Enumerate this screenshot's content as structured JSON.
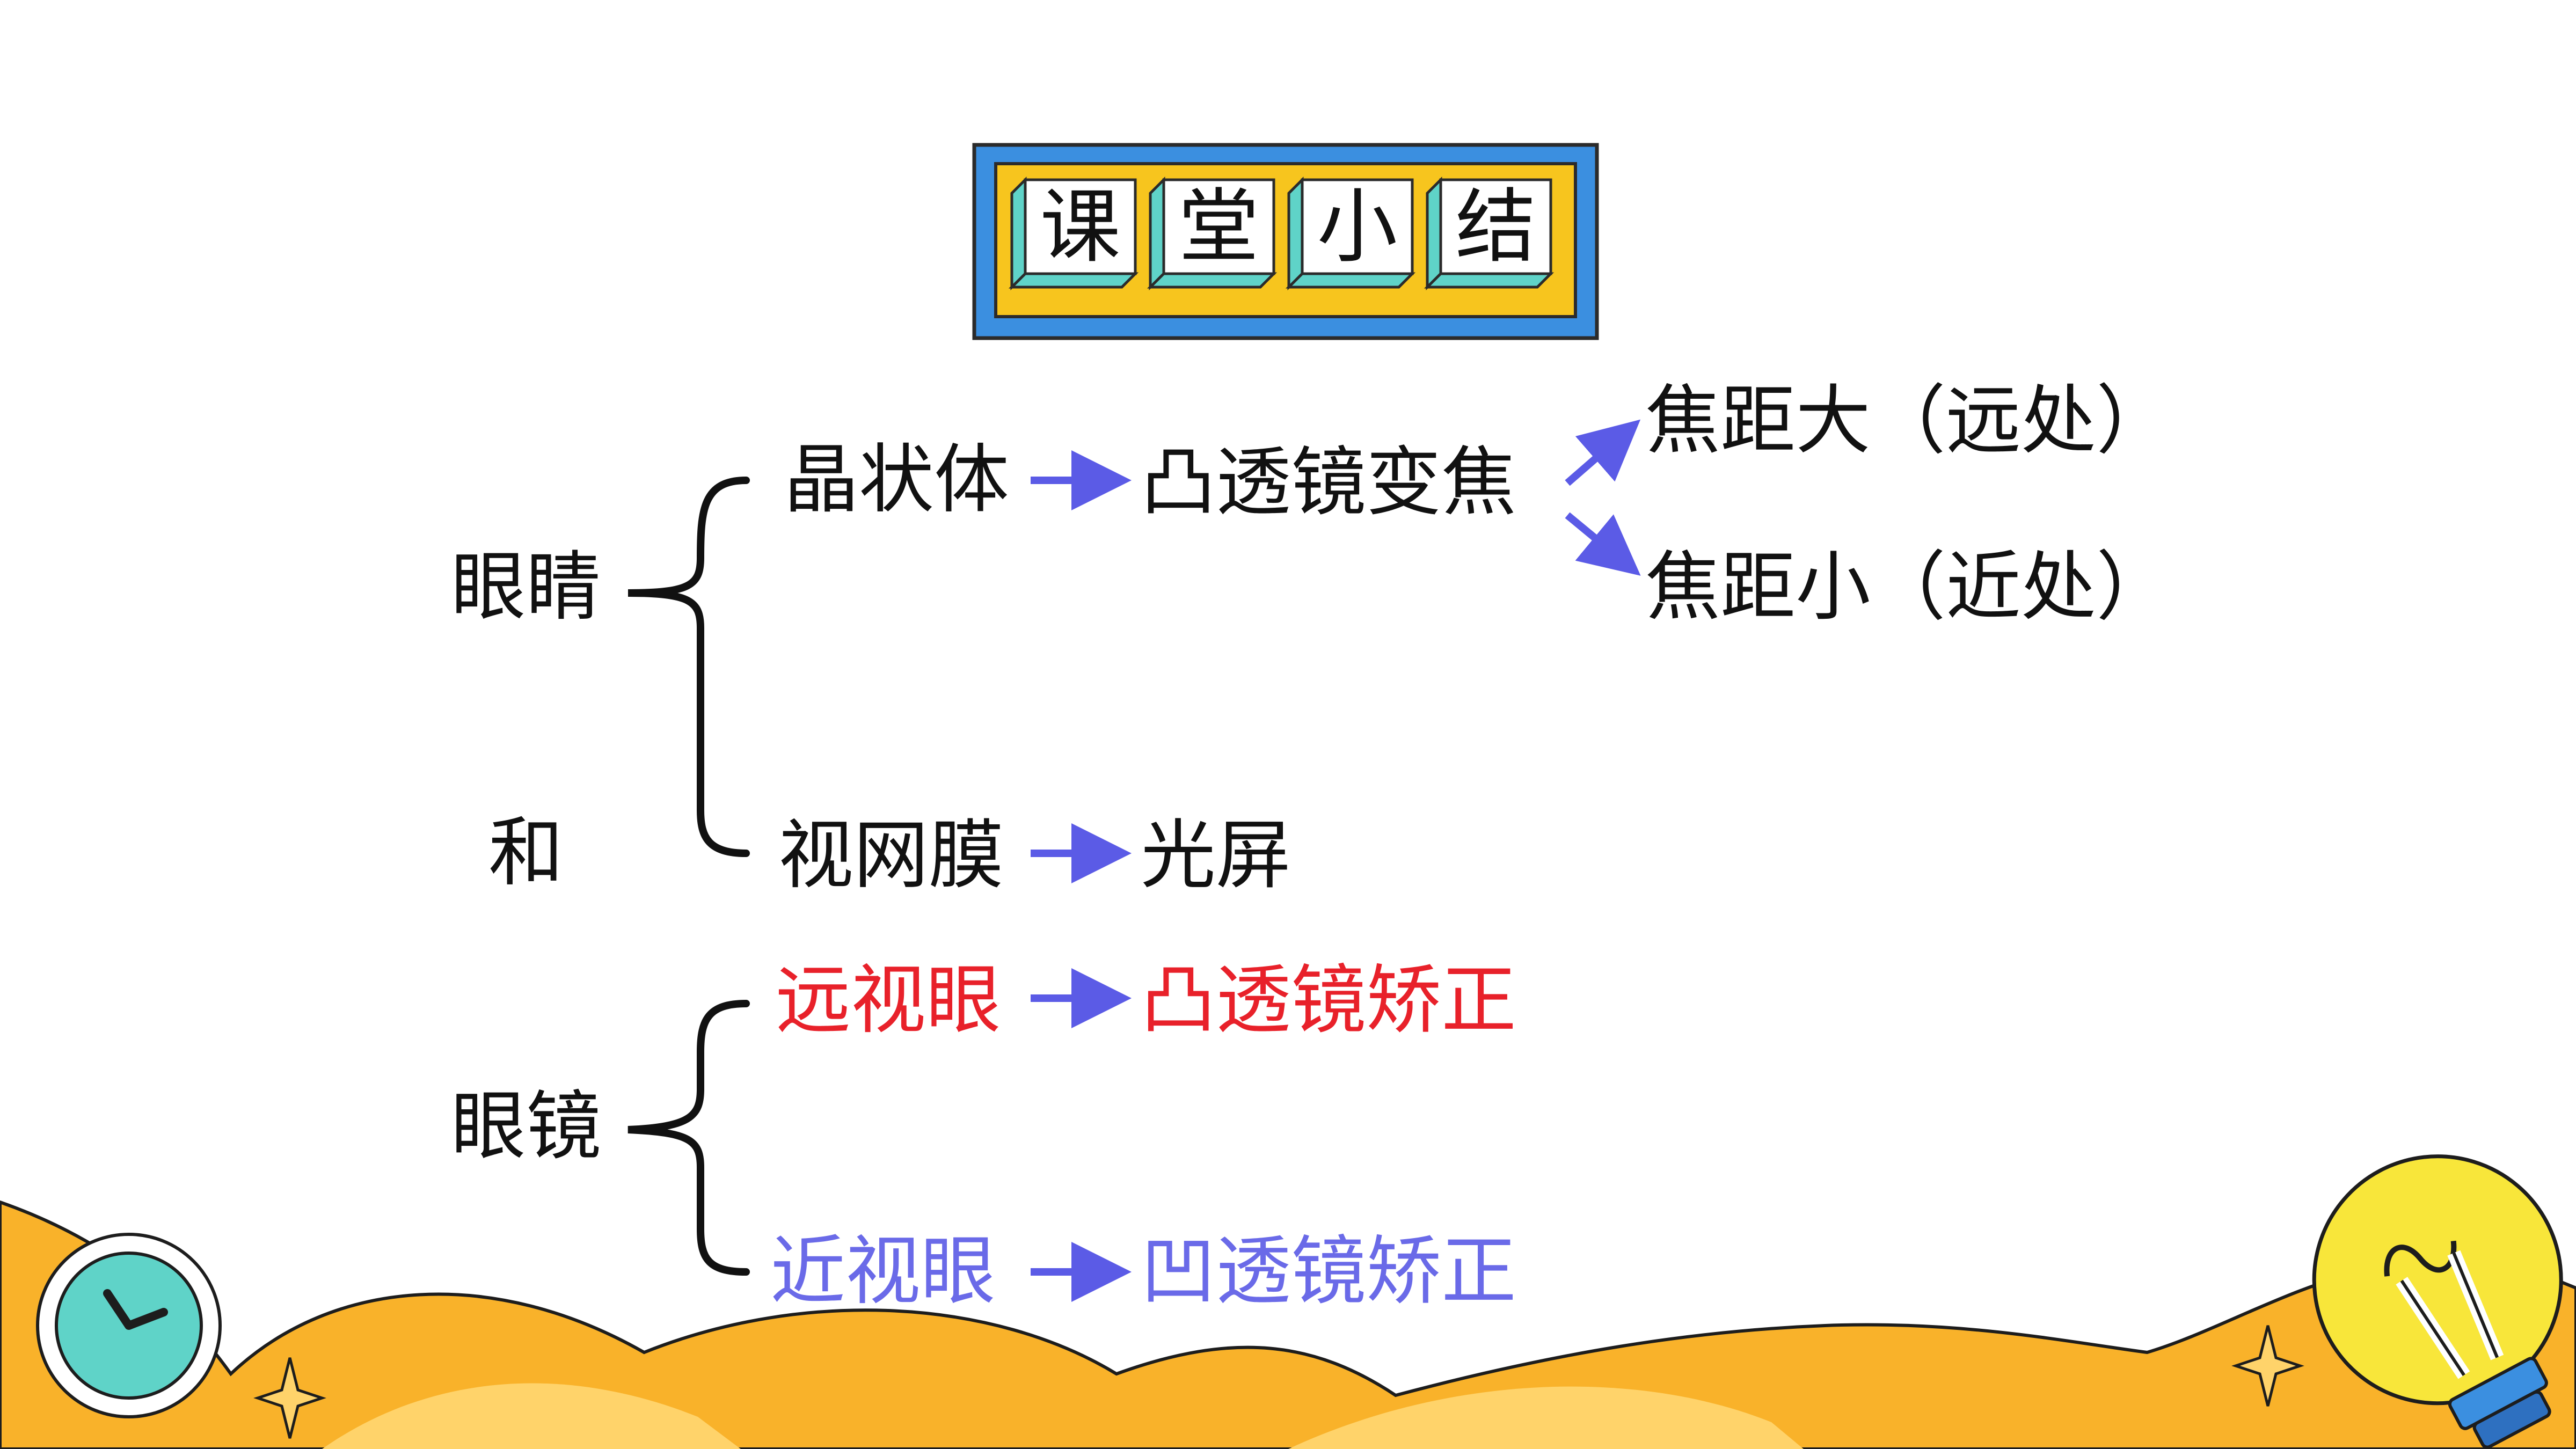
{
  "title": {
    "chars": [
      "课",
      "堂",
      "小",
      "结"
    ]
  },
  "colors": {
    "title_outer": "#3B8FE0",
    "title_inner": "#F7C51E",
    "tile_face": "#FFFFFF",
    "tile_side": "#5FD3C8",
    "text": "#111111",
    "red": "#E8212A",
    "blue": "#6A6AE8",
    "arrow": "#5B5BE6",
    "blob": "#F9B22A",
    "clock": "#5FD3C8",
    "bulb": "#F8E63A"
  },
  "group_eye": {
    "label_top": "眼睛",
    "label_bottom": "和",
    "row1": {
      "part": "晶状体",
      "analog": "凸透镜变焦"
    },
    "branch_far": "焦距大（远处）",
    "branch_near": "焦距小（近处）",
    "row2": {
      "part": "视网膜",
      "analog": "光屏"
    }
  },
  "group_glasses": {
    "label": "眼镜",
    "row1": {
      "defect": "远视眼",
      "fix": "凸透镜矫正"
    },
    "row2": {
      "defect": "近视眼",
      "fix": "凹透镜矫正"
    }
  }
}
